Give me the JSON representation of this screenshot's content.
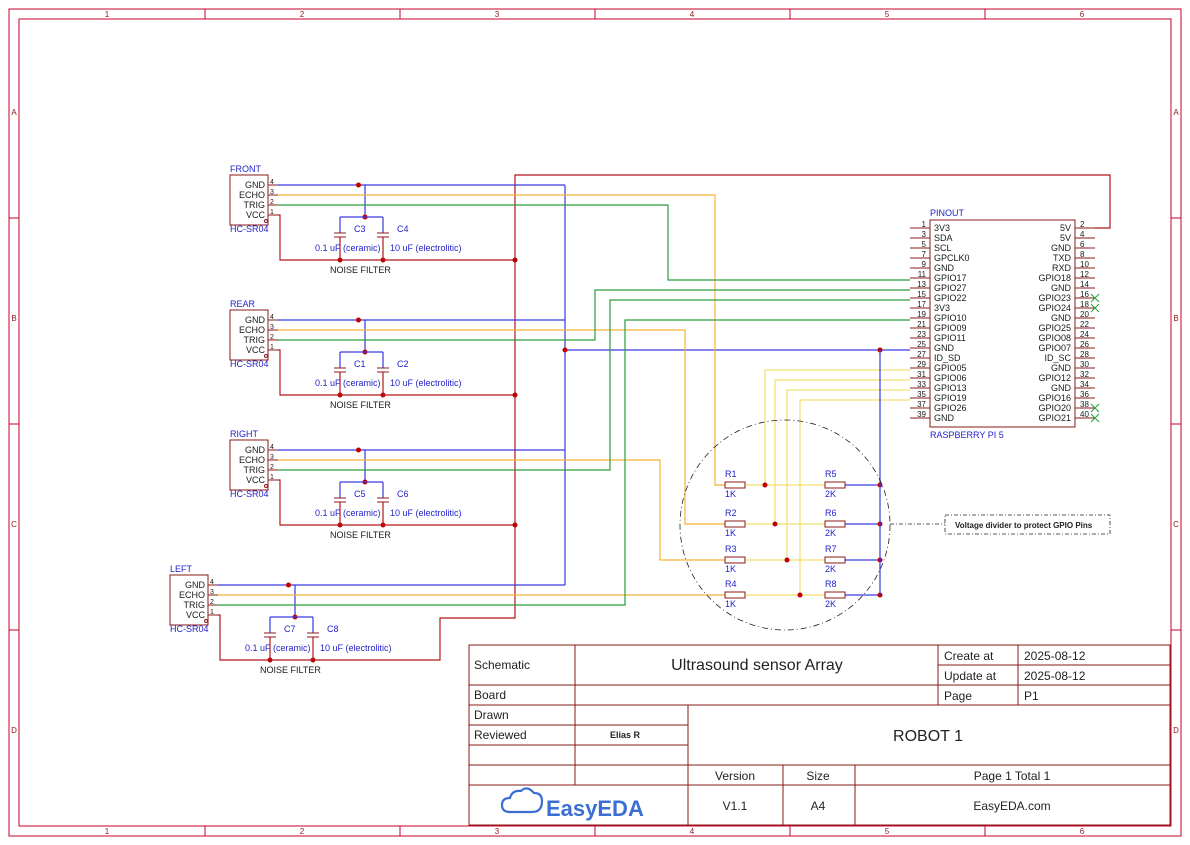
{
  "grid": {
    "cols": [
      "1",
      "2",
      "3",
      "4",
      "5",
      "6"
    ],
    "rows": [
      "A",
      "B",
      "C",
      "D"
    ]
  },
  "sensors": [
    {
      "name": "FRONT",
      "part": "HC-SR04",
      "caps": [
        "C3",
        "C4"
      ],
      "filter": "NOISE FILTER"
    },
    {
      "name": "REAR",
      "part": "HC-SR04",
      "caps": [
        "C1",
        "C2"
      ],
      "filter": "NOISE FILTER"
    },
    {
      "name": "RIGHT",
      "part": "HC-SR04",
      "caps": [
        "C5",
        "C6"
      ],
      "filter": "NOISE FILTER"
    },
    {
      "name": "LEFT",
      "part": "HC-SR04",
      "caps": [
        "C7",
        "C8"
      ],
      "filter": "NOISE FILTER"
    }
  ],
  "sensor_pins": [
    {
      "label": "GND",
      "num": "4"
    },
    {
      "label": "ECHO",
      "num": "3"
    },
    {
      "label": "TRIG",
      "num": "2"
    },
    {
      "label": "VCC",
      "num": "1"
    }
  ],
  "cap_values": {
    "ceramic": "0.1 uF (ceramic)",
    "electrolytic": "10 uF (electrolitic)"
  },
  "pinout": {
    "title": "PINOUT",
    "subtitle": "RASPBERRY PI 5",
    "left": [
      {
        "num": "1",
        "label": "3V3"
      },
      {
        "num": "3",
        "label": "SDA"
      },
      {
        "num": "5",
        "label": "SCL"
      },
      {
        "num": "7",
        "label": "GPCLK0"
      },
      {
        "num": "9",
        "label": "GND"
      },
      {
        "num": "11",
        "label": "GPIO17"
      },
      {
        "num": "13",
        "label": "GPIO27"
      },
      {
        "num": "15",
        "label": "GPIO22"
      },
      {
        "num": "17",
        "label": "3V3"
      },
      {
        "num": "19",
        "label": "GPIO10"
      },
      {
        "num": "21",
        "label": "GPIO09"
      },
      {
        "num": "23",
        "label": "GPIO11"
      },
      {
        "num": "25",
        "label": "GND"
      },
      {
        "num": "27",
        "label": "ID_SD"
      },
      {
        "num": "29",
        "label": "GPIO05"
      },
      {
        "num": "31",
        "label": "GPIO06"
      },
      {
        "num": "33",
        "label": "GPIO13"
      },
      {
        "num": "35",
        "label": "GPIO19"
      },
      {
        "num": "37",
        "label": "GPIO26"
      },
      {
        "num": "39",
        "label": "GND"
      }
    ],
    "right": [
      {
        "num": "2",
        "label": "5V"
      },
      {
        "num": "4",
        "label": "5V"
      },
      {
        "num": "6",
        "label": "GND"
      },
      {
        "num": "8",
        "label": "TXD"
      },
      {
        "num": "10",
        "label": "RXD"
      },
      {
        "num": "12",
        "label": "GPIO18"
      },
      {
        "num": "14",
        "label": "GND"
      },
      {
        "num": "16",
        "label": "GPIO23"
      },
      {
        "num": "18",
        "label": "GPIO24"
      },
      {
        "num": "20",
        "label": "GND"
      },
      {
        "num": "22",
        "label": "GPIO25"
      },
      {
        "num": "24",
        "label": "GPIO08"
      },
      {
        "num": "26",
        "label": "GPIO07"
      },
      {
        "num": "28",
        "label": "ID_SC"
      },
      {
        "num": "30",
        "label": "GND"
      },
      {
        "num": "32",
        "label": "GPIO12"
      },
      {
        "num": "34",
        "label": "GND"
      },
      {
        "num": "36",
        "label": "GPIO16"
      },
      {
        "num": "38",
        "label": "GPIO20"
      },
      {
        "num": "40",
        "label": "GPIO21"
      }
    ]
  },
  "resistors": [
    {
      "ref": "R1",
      "val": "1K"
    },
    {
      "ref": "R2",
      "val": "1K"
    },
    {
      "ref": "R3",
      "val": "1K"
    },
    {
      "ref": "R4",
      "val": "1K"
    },
    {
      "ref": "R5",
      "val": "2K"
    },
    {
      "ref": "R6",
      "val": "2K"
    },
    {
      "ref": "R7",
      "val": "2K"
    },
    {
      "ref": "R8",
      "val": "2K"
    }
  ],
  "note": "Voltage divider to protect GPIO Pins",
  "title_block": {
    "schematic_label": "Schematic",
    "schematic_value": "Ultrasound sensor Array",
    "create_label": "Create at",
    "create_value": "2025-08-12",
    "update_label": "Update at",
    "update_value": "2025-08-12",
    "board_label": "Board",
    "page_label": "Page",
    "page_value": "P1",
    "drawn_label": "Drawn",
    "reviewed_label": "Reviewed",
    "reviewed_value": "Elias R",
    "project": "ROBOT 1",
    "version_label": "Version",
    "version_value": "V1.1",
    "size_label": "Size",
    "size_value": "A4",
    "pages_label": "Page  1  Total  1",
    "logo": "EasyEDA",
    "site": "EasyEDA.com"
  },
  "colors": {
    "frame": "#c8002e",
    "gnd": "#3a3ae0",
    "echo": "#f5b335",
    "trig": "#2e9e3a",
    "vcc": "#b4161b",
    "divider": "#f4e06a"
  }
}
